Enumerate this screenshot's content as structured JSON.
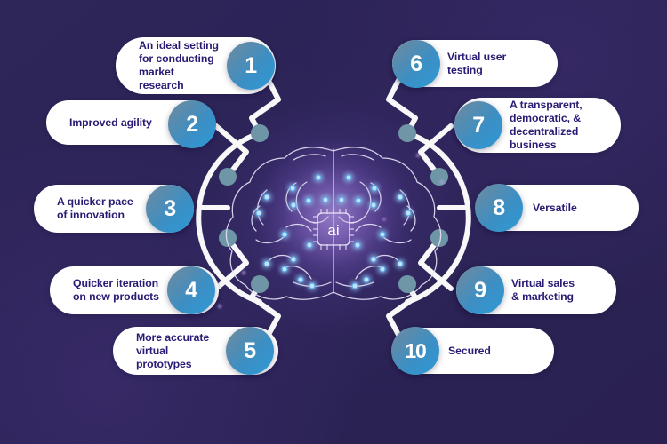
{
  "graphic": {
    "title": "AI benefits radial infographic",
    "background_color": "#2c2458",
    "pill_background": "#ffffff",
    "pill_text_color": "#2b1a74",
    "bubble_gradient_from": "#6d90a4",
    "bubble_gradient_to": "#2e9ad6",
    "connector_color": "#ffffff",
    "node_color": "#6f96a6",
    "center": {
      "icon": "brain-ai-icon",
      "chip_label": "ai",
      "description": "Glowing stylized brain with neural circuit traces and a central AI microchip"
    }
  },
  "items": [
    {
      "number": "1",
      "label": "An ideal setting\nfor conducting\nmarket research",
      "side": "left"
    },
    {
      "number": "2",
      "label": "Improved agility",
      "side": "left"
    },
    {
      "number": "3",
      "label": "A quicker pace\nof innovation",
      "side": "left"
    },
    {
      "number": "4",
      "label": "Quicker iteration\non new products",
      "side": "left"
    },
    {
      "number": "5",
      "label": "More accurate\nvirtual prototypes",
      "side": "left"
    },
    {
      "number": "6",
      "label": "Virtual user testing",
      "side": "right"
    },
    {
      "number": "7",
      "label": "A transparent,\ndemocratic, &\ndecentralized business",
      "side": "right"
    },
    {
      "number": "8",
      "label": "Versatile",
      "side": "right"
    },
    {
      "number": "9",
      "label": "Virtual sales\n& marketing",
      "side": "right"
    },
    {
      "number": "10",
      "label": "Secured",
      "side": "right"
    }
  ]
}
